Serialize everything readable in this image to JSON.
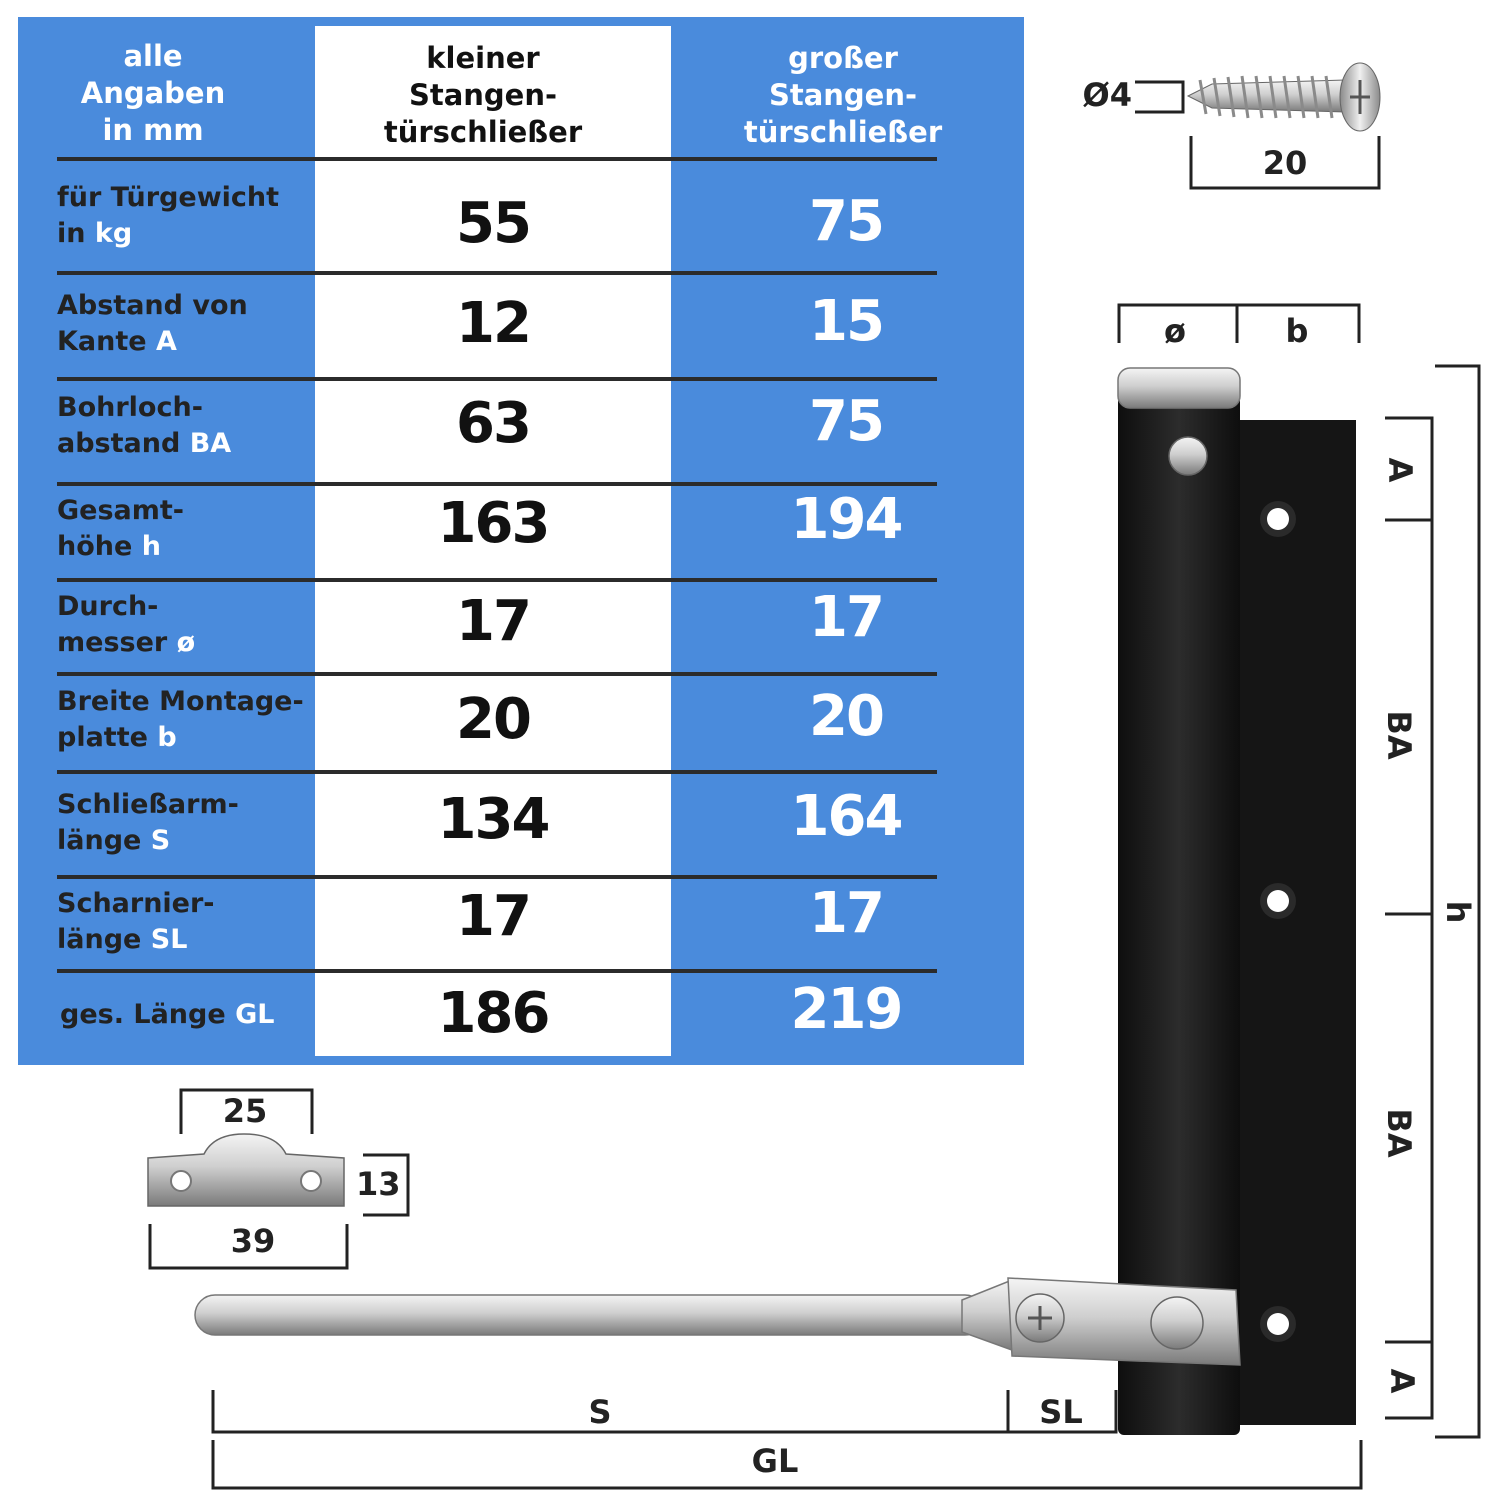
{
  "table": {
    "header": {
      "label_col": "alle\nAngaben\nin mm",
      "small_col": "kleiner\nStangen-\ntürschließer",
      "large_col": "großer\nStangen-\ntürschließer"
    },
    "rows": [
      {
        "label": "für Türgewicht\nin ",
        "key": "kg",
        "small": "55",
        "large": "75"
      },
      {
        "label": "Abstand von\nKante ",
        "key": "A",
        "small": "12",
        "large": "15"
      },
      {
        "label": "Bohrloch-\nabstand ",
        "key": "BA",
        "small": "63",
        "large": "75"
      },
      {
        "label": "Gesamt-\nhöhe ",
        "key": "h",
        "small": "163",
        "large": "194"
      },
      {
        "label": "Durch-\nmesser ",
        "key": "ø",
        "small": "17",
        "large": "17"
      },
      {
        "label": "Breite Montage-\nplatte ",
        "key": "b",
        "small": "20",
        "large": "20"
      },
      {
        "label": "Schließarm-\nlänge ",
        "key": "S",
        "small": "134",
        "large": "164"
      },
      {
        "label": "Scharnier-\nlänge ",
        "key": "SL",
        "small": "17",
        "large": "17"
      },
      {
        "label": "ges. Länge ",
        "key": "GL",
        "small": "186",
        "large": "219"
      }
    ]
  },
  "screw": {
    "diameter_label": "Ø4",
    "length_label": "20"
  },
  "bracket": {
    "width_top": "25",
    "height": "13",
    "width_bottom": "39"
  },
  "closer_dims": {
    "diameter": "ø",
    "plate_width": "b",
    "edge_top": "A",
    "hole_spacing_1": "BA",
    "hole_spacing_2": "BA",
    "edge_bottom": "A",
    "height": "h",
    "arm_length": "S",
    "hinge_length": "SL",
    "total_length": "GL"
  },
  "colors": {
    "panel_blue": "#4a8bdc",
    "closer_black": "#1a1a1a",
    "rule": "#2b2b2b"
  }
}
